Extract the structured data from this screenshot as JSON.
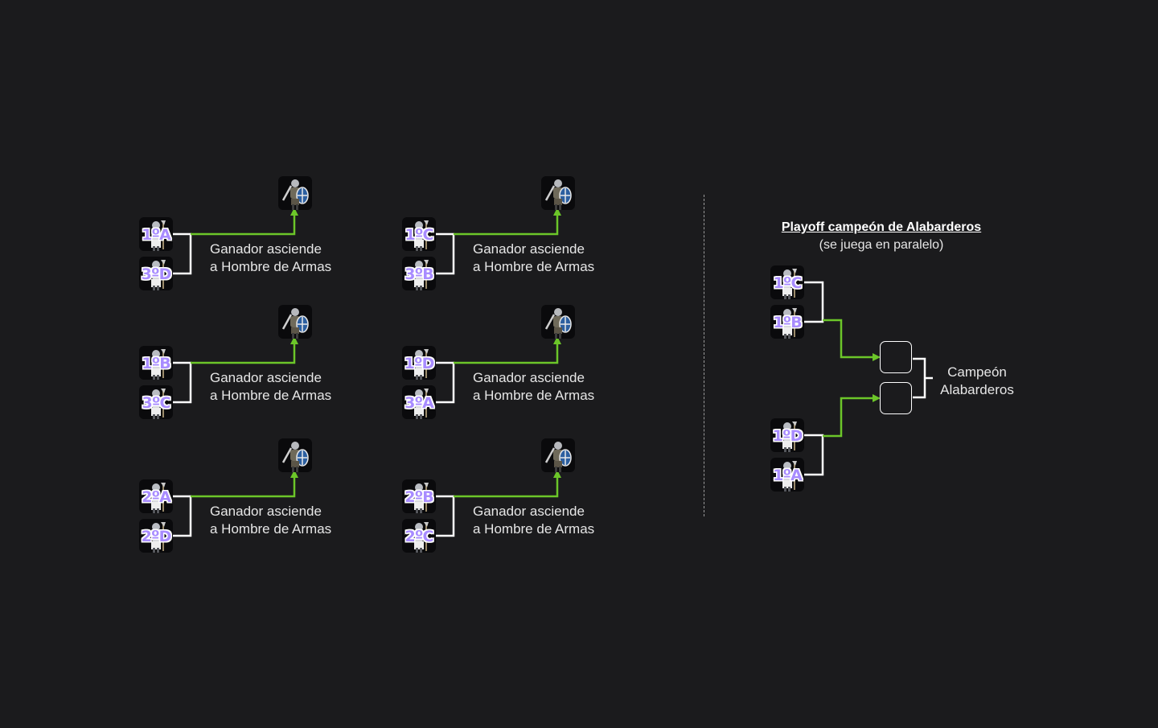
{
  "colors": {
    "background": "#1b1b1d",
    "seed_text": "#a88cff",
    "advance_arrow": "#6cc629",
    "bracket_line": "#ffffff",
    "divider": "#9a9a9a"
  },
  "icons": {
    "participant": "halberdier-unit-icon",
    "promotion": "man-at-arms-unit-icon"
  },
  "caption": {
    "line1": "Ganador asciende",
    "line2": "a Hombre de Armas"
  },
  "matches": [
    {
      "top_seed": "1ºA",
      "bottom_seed": "3ºD"
    },
    {
      "top_seed": "1ºC",
      "bottom_seed": "3ºB"
    },
    {
      "top_seed": "1ºB",
      "bottom_seed": "3ºC"
    },
    {
      "top_seed": "1ºD",
      "bottom_seed": "3ºA"
    },
    {
      "top_seed": "2ºA",
      "bottom_seed": "2ºD"
    },
    {
      "top_seed": "2ºB",
      "bottom_seed": "2ºC"
    }
  ],
  "playoff": {
    "title": "Playoff campeón de Alabarderos",
    "subtitle": "(se juega en paralelo)",
    "semifinals": [
      {
        "top_seed": "1ºC",
        "bottom_seed": "1ºB"
      },
      {
        "top_seed": "1ºD",
        "bottom_seed": "1ºA"
      }
    ],
    "champion_line1": "Campeón",
    "champion_line2": "Alabarderos"
  }
}
